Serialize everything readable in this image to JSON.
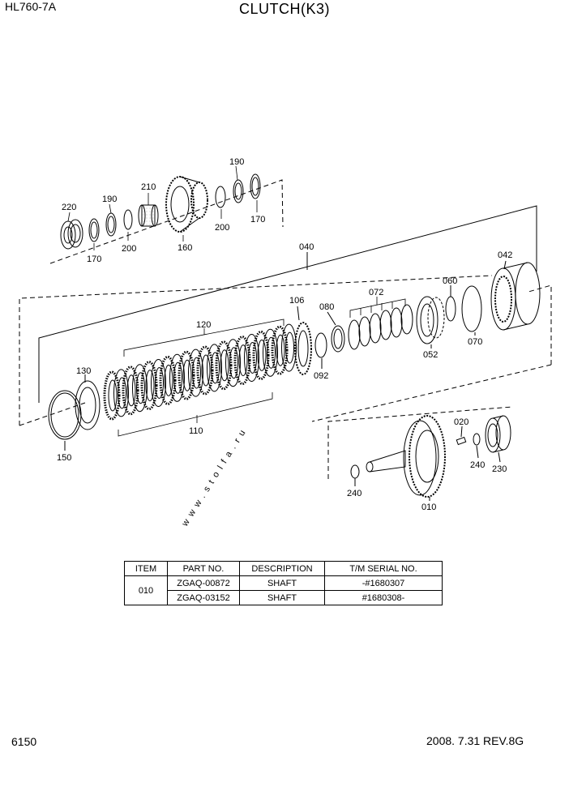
{
  "header": {
    "model": "HL760-7A",
    "title": "CLUTCH(K3)"
  },
  "watermark": "www.stolfa.ru",
  "callouts": {
    "c220": "220",
    "c190a": "190",
    "c210": "210",
    "c190b": "190",
    "c170a": "170",
    "c200a": "200",
    "c160": "160",
    "c200b": "200",
    "c170b": "170",
    "c040": "040",
    "c042": "042",
    "c060": "060",
    "c072": "072",
    "c106": "106",
    "c080": "080",
    "c120": "120",
    "c130": "130",
    "c092": "092",
    "c052": "052",
    "c070": "070",
    "c110": "110",
    "c150": "150",
    "c020": "020",
    "c240a": "240",
    "c230": "230",
    "c240b": "240",
    "c010": "010"
  },
  "table": {
    "headers": [
      "ITEM",
      "PART NO.",
      "DESCRIPTION",
      "T/M SERIAL NO."
    ],
    "item": "010",
    "rows": [
      {
        "part_no": "ZGAQ-00872",
        "description": "SHAFT",
        "serial": "-#1680307"
      },
      {
        "part_no": "ZGAQ-03152",
        "description": "SHAFT",
        "serial": "#1680308-"
      }
    ]
  },
  "footer": {
    "page": "6150",
    "revision": "2008. 7.31  REV.8G"
  }
}
